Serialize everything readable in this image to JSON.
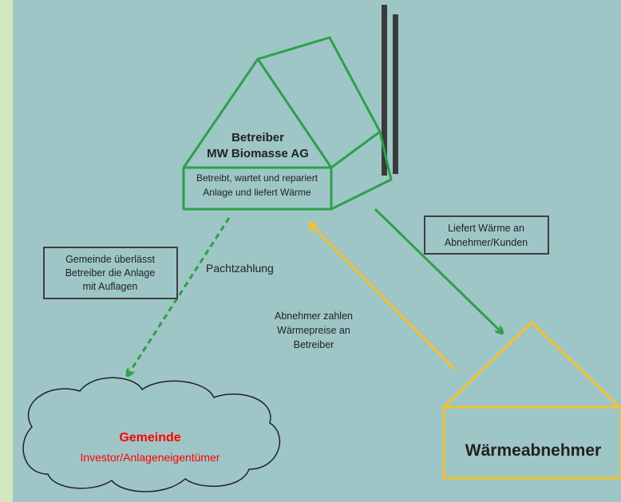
{
  "colors": {
    "background": "#9ec6c6",
    "left_strip": "#d5e8bd",
    "green": "#2ea04a",
    "yellow": "#f1c232",
    "chimney": "#3a3a3a",
    "box_border": "#3f3f3f",
    "gemeinde_text": "#ff0000",
    "dark_text": "#222222"
  },
  "operator_house": {
    "title_line1": "Betreiber",
    "title_line2": "MW Biomasse AG",
    "desc_line1": "Betreibt, wartet und repariert",
    "desc_line2": "Anlage und liefert Wärme"
  },
  "box_gemeinde_note": {
    "line1": "Gemeinde überlässt",
    "line2": "Betreiber die Anlage",
    "line3": "mit Auflagen"
  },
  "box_delivers_heat": {
    "line1": "Liefert Wärme an",
    "line2": "Abnehmer/Kunden"
  },
  "label_lease": "Pachtzahlung",
  "label_payment": {
    "line1": "Abnehmer zahlen",
    "line2": "Wärmepreise an",
    "line3": "Betreiber"
  },
  "cloud": {
    "title": "Gemeinde",
    "subtitle": "Investor/Anlageneigentümer"
  },
  "customer_house": {
    "label": "Wärmeabnehmer"
  }
}
